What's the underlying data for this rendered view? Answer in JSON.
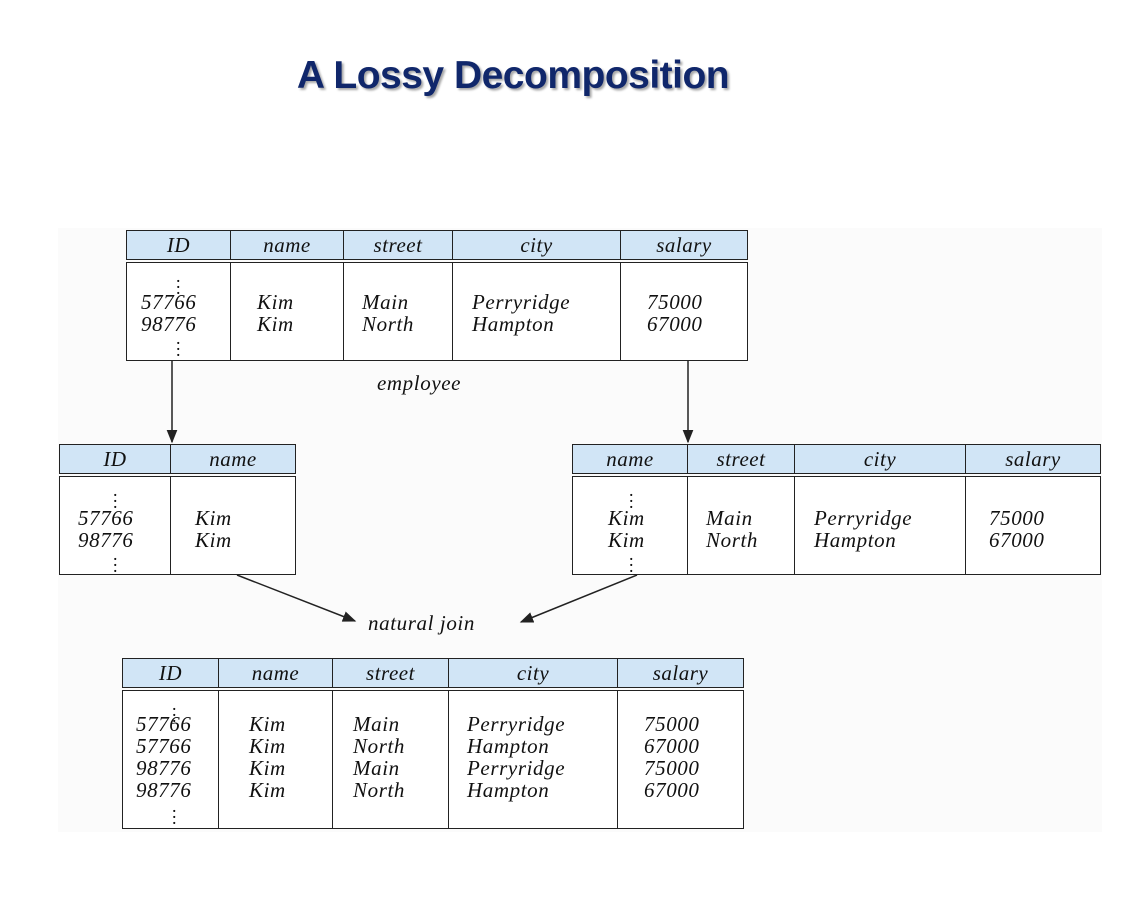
{
  "title": "A Lossy Decomposition",
  "employee": {
    "caption": "employee",
    "headers": [
      "ID",
      "name",
      "street",
      "city",
      "salary"
    ],
    "rows": [
      [
        "57766",
        "Kim",
        "Main",
        "Perryridge",
        "75000"
      ],
      [
        "98776",
        "Kim",
        "North",
        "Hampton",
        "67000"
      ]
    ]
  },
  "left_projection": {
    "headers": [
      "ID",
      "name"
    ],
    "rows": [
      [
        "57766",
        "Kim"
      ],
      [
        "98776",
        "Kim"
      ]
    ]
  },
  "right_projection": {
    "headers": [
      "name",
      "street",
      "city",
      "salary"
    ],
    "rows": [
      [
        "Kim",
        "Main",
        "Perryridge",
        "75000"
      ],
      [
        "Kim",
        "North",
        "Hampton",
        "67000"
      ]
    ]
  },
  "join_label": "natural join",
  "join_result": {
    "headers": [
      "ID",
      "name",
      "street",
      "city",
      "salary"
    ],
    "rows": [
      [
        "57766",
        "Kim",
        "Main",
        "Perryridge",
        "75000"
      ],
      [
        "57766",
        "Kim",
        "North",
        "Hampton",
        "67000"
      ],
      [
        "98776",
        "Kim",
        "Main",
        "Perryridge",
        "75000"
      ],
      [
        "98776",
        "Kim",
        "North",
        "Hampton",
        "67000"
      ]
    ]
  }
}
